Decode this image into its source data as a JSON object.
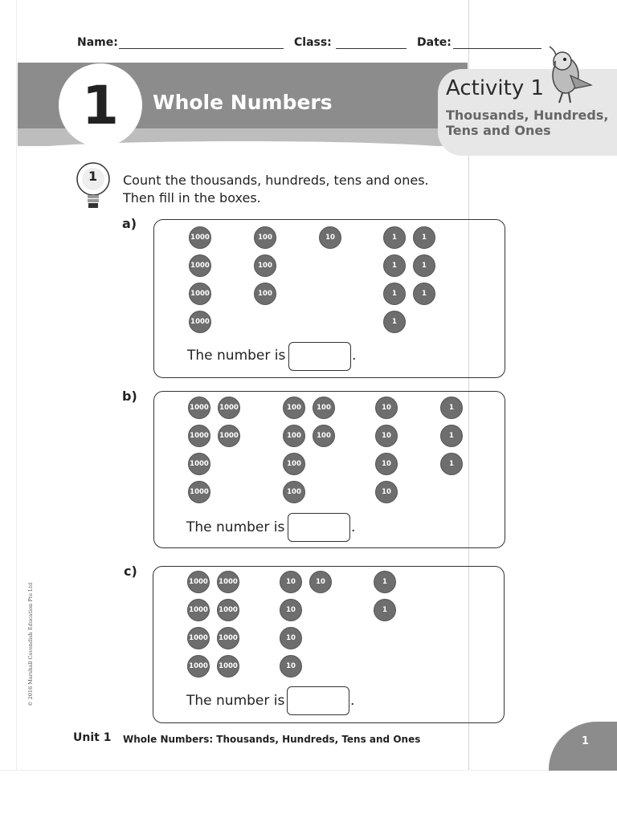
{
  "header": {
    "name_label": "Name:",
    "class_label": "Class:",
    "date_label": "Date:"
  },
  "banner": {
    "unit_number": "1",
    "unit_title": "Whole Numbers",
    "activity_title": "Activity 1",
    "activity_subtitle": "Thousands, Hundreds, Tens and Ones"
  },
  "question": {
    "number": "1",
    "text_line1": "Count the thousands, hundreds, tens and ones.",
    "text_line2": "Then fill in the boxes."
  },
  "parts": [
    {
      "label": "a)",
      "number_label": "The number is",
      "answer": "",
      "coins": {
        "thousands": {
          "value": "1000",
          "count": 4
        },
        "hundreds": {
          "value": "100",
          "count": 3
        },
        "tens": {
          "value": "10",
          "count": 1
        },
        "ones": {
          "value": "1",
          "count": 7
        }
      }
    },
    {
      "label": "b)",
      "number_label": "The number is",
      "answer": "",
      "coins": {
        "thousands": {
          "value": "1000",
          "count": 6
        },
        "hundreds": {
          "value": "100",
          "count": 6
        },
        "tens": {
          "value": "10",
          "count": 4
        },
        "ones": {
          "value": "1",
          "count": 3
        }
      }
    },
    {
      "label": "c)",
      "number_label": "The number is",
      "answer": "",
      "coins": {
        "thousands": {
          "value": "1000",
          "count": 8
        },
        "hundreds": {
          "value": "100",
          "count": 0
        },
        "tens": {
          "value": "10",
          "count": 5
        },
        "ones": {
          "value": "1",
          "count": 2
        }
      }
    }
  ],
  "footer": {
    "unit_label": "Unit 1",
    "description": "Whole Numbers: Thousands, Hundreds, Tens and Ones",
    "page_number": "1",
    "copyright": "© 2016 Marshall Cavendish Education Pte Ltd"
  },
  "colors": {
    "banner": "#8c8c8c",
    "coin": "#6e6e6e",
    "activity_panel": "#e7e7e7"
  }
}
